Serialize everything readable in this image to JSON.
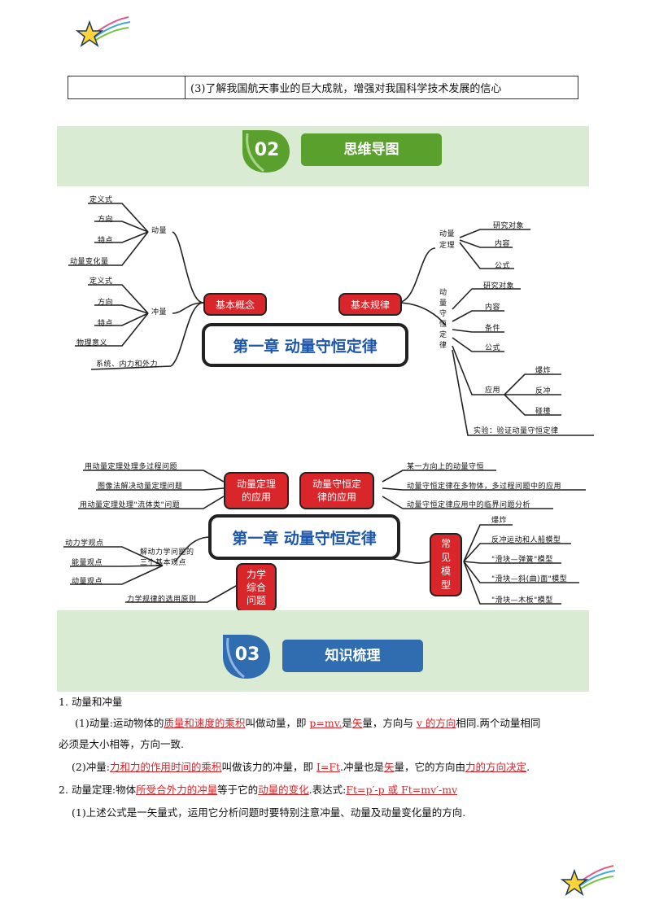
{
  "objectives_row": {
    "text": "(3)了解我国航天事业的巨大成就，增强对我国科学技术发展的信心"
  },
  "section2": {
    "number": "02",
    "title": "思维导图"
  },
  "section3": {
    "number": "03",
    "title": "知识梳理"
  },
  "mindmap1": {
    "center": "第一章 动量守恒定律",
    "left_node": "基本概念",
    "right_node": "基本规律",
    "momentum": {
      "label": "动量",
      "items": [
        "定义式",
        "方向",
        "特点",
        "动量变化量"
      ]
    },
    "impulse": {
      "label": "冲量",
      "items": [
        "定义式",
        "方向",
        "特点",
        "物理意义"
      ]
    },
    "system": "系统、内力和外力",
    "theorem": {
      "label_line1": "动量",
      "label_line2": "定理",
      "items": [
        "研究对象",
        "内容",
        "公式"
      ]
    },
    "conservation": {
      "label": "动量守恒定律",
      "items": [
        "研究对象",
        "内容",
        "条件",
        "公式"
      ]
    },
    "application": {
      "label": "应用",
      "items": [
        "爆炸",
        "反冲",
        "碰撞"
      ]
    },
    "experiment": "实验：验证动量守恒定律"
  },
  "mindmap2": {
    "center": "第一章 动量守恒定律",
    "node_theorem_app": "动量定理的应用",
    "node_conservation_app": "动量守恒定律的应用",
    "node_mechanics": "力学综合问题",
    "node_models": "常见模型",
    "theorem_items": [
      "用动量定理处理多过程问题",
      "图像法解决动量定理问题",
      "用动量定理处理\"流体类\"问题"
    ],
    "conservation_items": [
      "某一方向上的动量守恒",
      "动量守恒定律在多物体，多过程问题中的应用",
      "动量守恒定律应用中的临界问题分析"
    ],
    "mechanics_sub1": "解动力学问题的",
    "mechanics_sub2": "三个基本观点",
    "viewpoints": [
      "动力学观点",
      "能量观点",
      "动量观点"
    ],
    "mechanics_rule": "力学规律的选用原则",
    "model_items": [
      "爆炸",
      "反冲运动和人船模型",
      "\"滑块—弹簧\"模型",
      "\"滑块—斜(曲)面\"模型",
      "\"滑块—木板\"模型"
    ]
  },
  "knowledge": {
    "h1": "1. 动量和冲量",
    "p1_a": "(1)动量:运动物体的",
    "p1_r1": "质量和速度的乘积",
    "p1_b": "叫做动量，即 ",
    "p1_r2": "p=mv.",
    "p1_c": "是",
    "p1_r3": "矢",
    "p1_d": "量，方向与 ",
    "p1_r4": "v 的方向",
    "p1_e": "相同.两个动量相同",
    "p1_line2": "必须是大小相等，方向一致.",
    "p2_a": "(2)冲量:",
    "p2_r1": "力和力的作用时间的乘积",
    "p2_b": "叫做该力的冲量，即 ",
    "p2_r2": "I=Ft",
    "p2_c": ".冲量也是",
    "p2_r3": "矢",
    "p2_d": "量，它的方向由",
    "p2_r4": "力的方向决定",
    "p2_e": ".",
    "h2_a": "2. 动量定理:物体",
    "h2_r1": "所受合外力的冲量",
    "h2_b": "等于它的",
    "h2_r2": "动量的变化",
    "h2_c": ".表达式:",
    "h2_r3": "Ft=p′-p  或  Ft=mv′-mv",
    "p3": "(1)上述公式是一矢量式，运用它分析问题时要特别注意冲量、动量及动量变化量的方向."
  },
  "colors": {
    "band": "#d9ecd3",
    "badge_green": "#5aa02c",
    "badge_blue": "#2f6db0",
    "red": "#d9262b",
    "center_text": "#1f57a8"
  }
}
